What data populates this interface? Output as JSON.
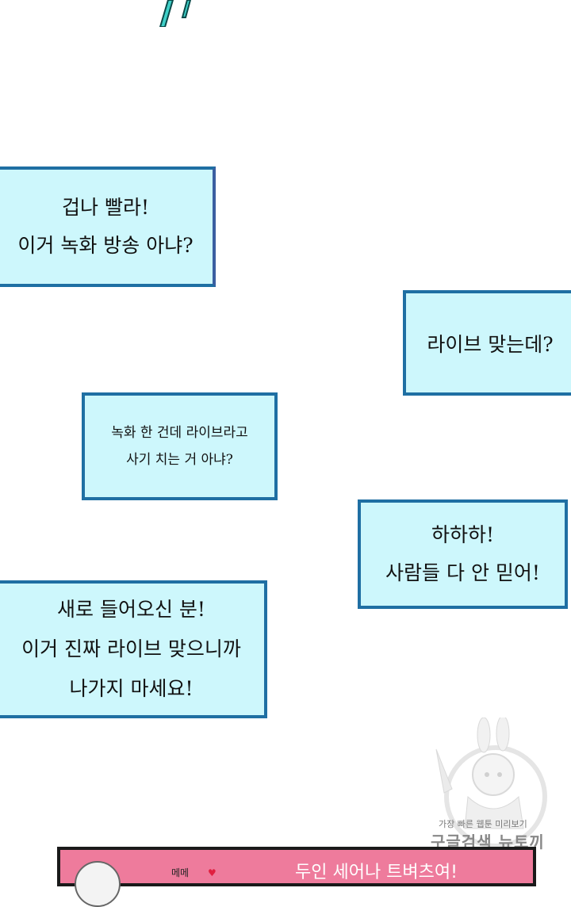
{
  "bubbles": [
    {
      "lines": [
        "겁나 빨라!",
        "이거 녹화 방송 아냐?"
      ]
    },
    {
      "lines": [
        "라이브 맞는데?"
      ]
    },
    {
      "lines": [
        "녹화 한 건데 라이브라고",
        "사기 치는 거 아냐?"
      ]
    },
    {
      "lines": [
        "하하하!",
        "사람들 다 안 믿어!"
      ]
    },
    {
      "lines": [
        "새로 들어오신 분!",
        "이거 진짜 라이브 맞으니까",
        "나가지 마세요!"
      ]
    }
  ],
  "watermark": {
    "line1": "가장 빠른 웹툰 미리보기",
    "line2": "구글검색 뉴토끼"
  },
  "footer": {
    "name": "메메",
    "heart": "♥",
    "text": "두인 세어나 트벼츠여!"
  },
  "colors": {
    "bubble_fill": "#cdf7fc",
    "bubble_border": "#1f6fa3",
    "footer_fill": "#ee7b9c"
  }
}
